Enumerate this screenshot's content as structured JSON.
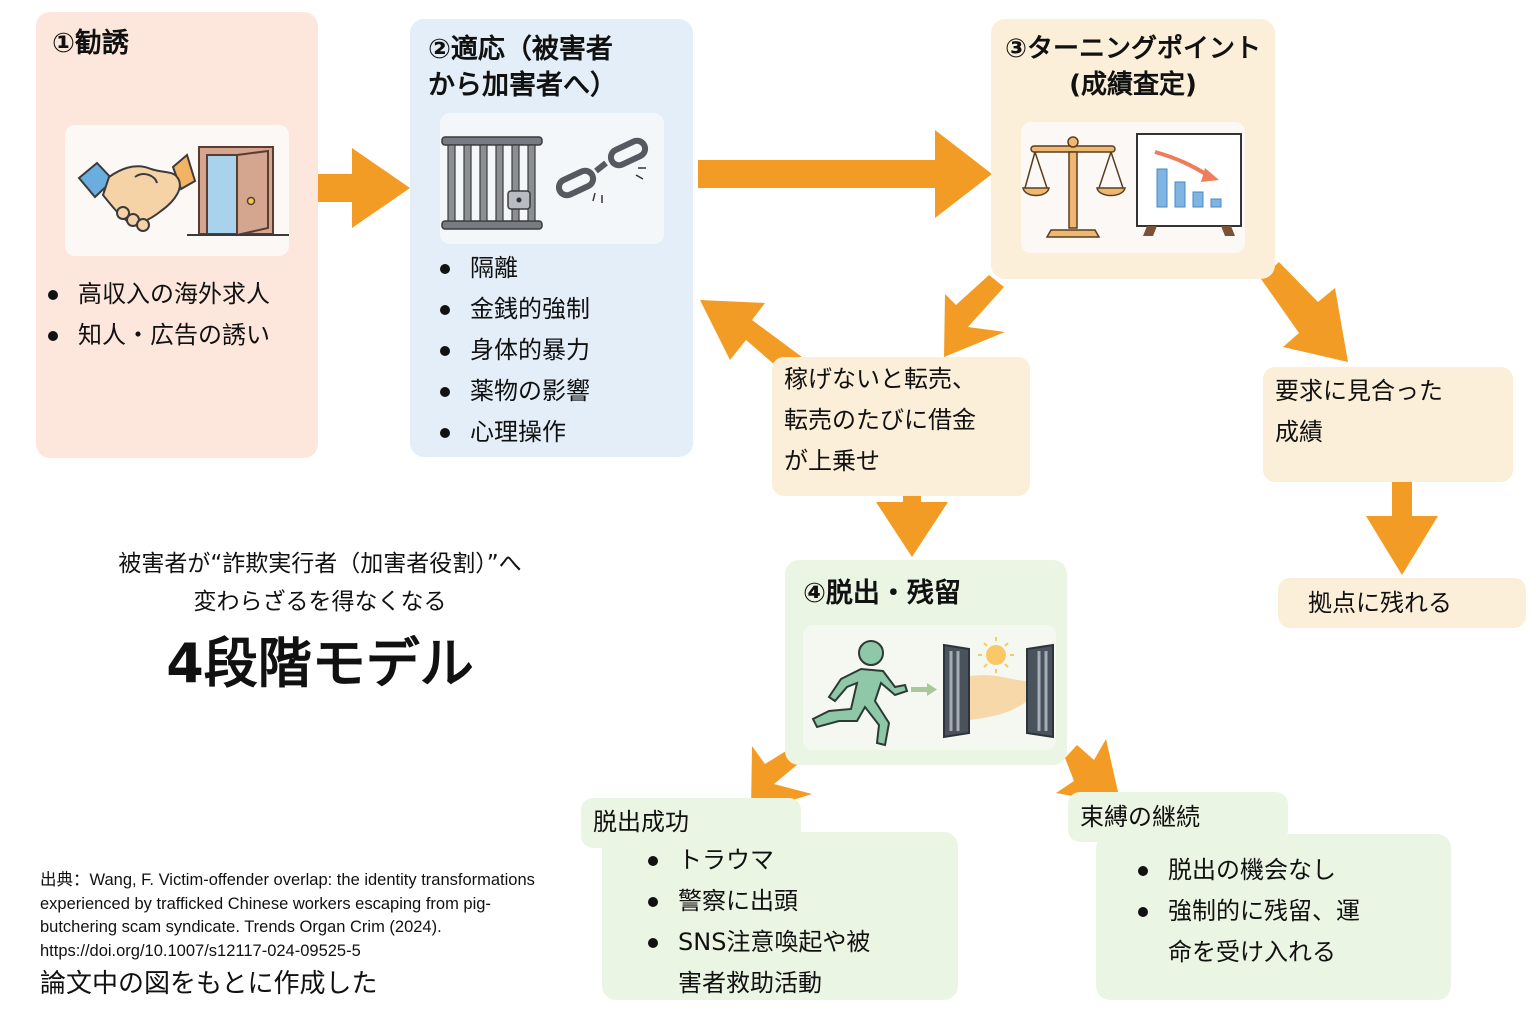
{
  "diagram": {
    "stage1": {
      "title": "①勧誘",
      "icons": [
        "handshake-icon",
        "open-door-icon"
      ],
      "bullets": [
        "高収入の海外求人",
        "知人・広告の誘い"
      ]
    },
    "stage2": {
      "title_line1": "②適応（被害者",
      "title_line2": "から加害者へ）",
      "icons": [
        "jail-cell-icon",
        "broken-chain-icon"
      ],
      "bullets": [
        "隔離",
        "金銭的強制",
        "身体的暴力",
        "薬物の影響",
        "心理操作"
      ]
    },
    "stage3": {
      "title_line1": "③ターニングポイント",
      "title_line2": "(成績査定)",
      "icons": [
        "scales-icon",
        "declining-chart-icon"
      ]
    },
    "stage4": {
      "title": "④脱出・残留",
      "icons": [
        "running-person-icon",
        "open-jail-doors-icon"
      ]
    },
    "resale_note": {
      "lines": [
        "稼げないと転売、",
        "転売のたびに借金",
        "が上乗せ"
      ]
    },
    "meets_demand_note": {
      "lines": [
        "要求に見合った",
        "成績"
      ]
    },
    "stay_note": "拠点に残れる",
    "escape_success": {
      "label": "脱出成功",
      "bullets": [
        "トラウマ",
        "警察に出頭",
        "SNS注意喚起や被",
        "害者救助活動"
      ]
    },
    "continued_bondage": {
      "label": "束縛の継続",
      "bullets": [
        "脱出の機会なし",
        "強制的に残留、運",
        "命を受け入れる"
      ]
    },
    "colors": {
      "arrow": "#f39c25",
      "stage1_bg": "#fde7dc",
      "stage2_bg": "#e3eef8",
      "stage3_bg": "#fcefd9",
      "stage4_bg": "#ebf5e3"
    }
  },
  "caption": {
    "subtitle_line1": "被害者が“詐欺実行者（加害者役割）”へ",
    "subtitle_line2": "変わらざるを得なくなる",
    "title": "4段階モデル"
  },
  "source": {
    "citation_lines": [
      "出典：Wang, F. Victim-offender overlap: the identity transformations",
      "experienced by trafficked Chinese workers escaping from pig-",
      "butchering scam syndicate. Trends Organ Crim (2024).",
      "https://doi.org/10.1007/s12117-024-09525-5"
    ],
    "note": "論文中の図をもとに作成した"
  }
}
